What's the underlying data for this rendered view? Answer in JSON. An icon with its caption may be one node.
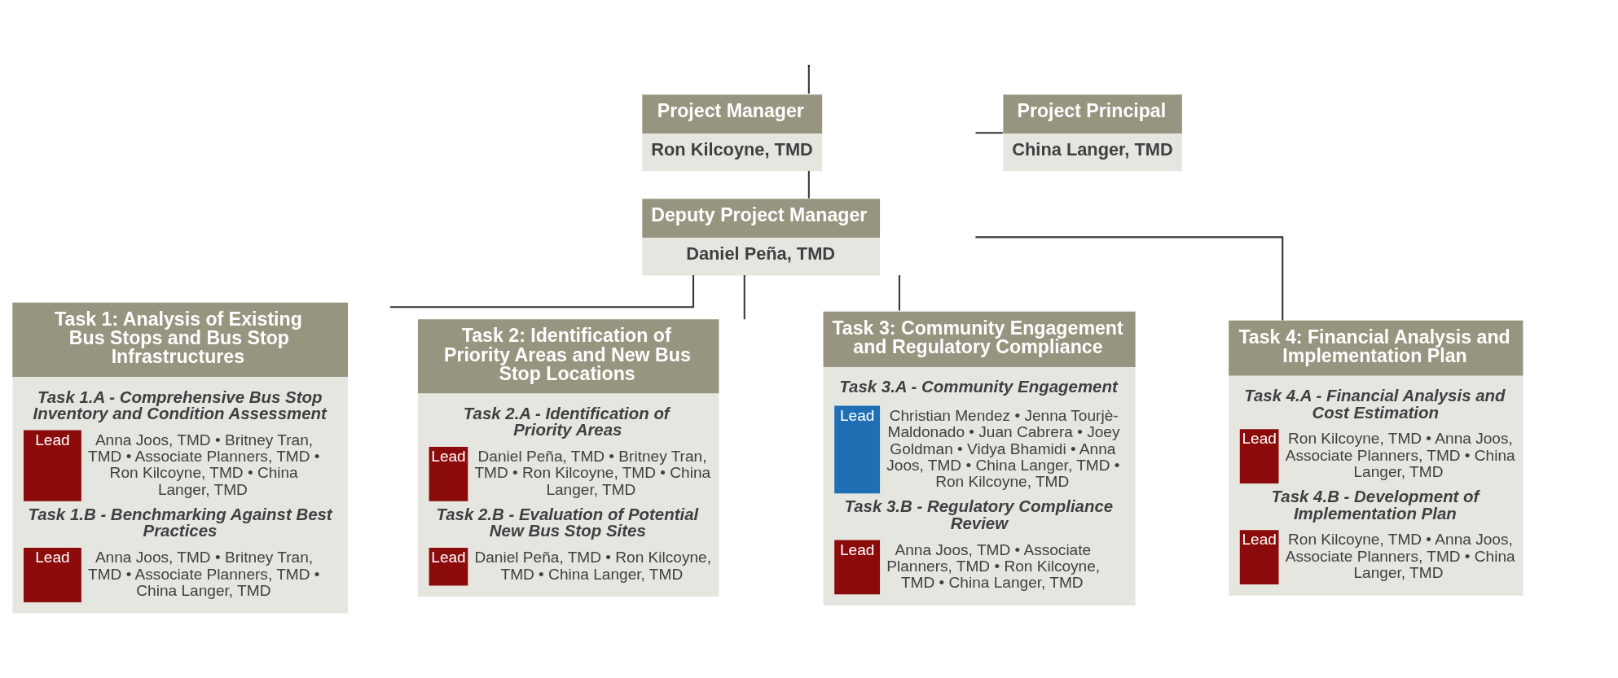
{
  "diagram": {
    "nodes": [
      {
        "text": [
          "Project Manager",
          "Ron Kilcoyne, TMD"
        ]
      },
      {
        "text": [
          "Project Principal",
          "China Langer, TMD"
        ]
      },
      {
        "text": [
          "Deputy Project Manager",
          "Daniel Peña, TMD"
        ]
      },
      {
        "text": [
          "Task 1: Analysis of Existing Bus Stops and Bus Stop Infrastructures",
          "Task 1.A - Comprehensive Bus Stop Inventory and Condition Assessment",
          "Lead",
          "Anna Joos, TMD • Britney Tran, TMD • Associate Planners, TMD • Ron Kilcoyne, TMD • China Langer, TMD",
          "Task 1.B - Benchmarking Against Best Practices",
          "Lead",
          "Anna Joos, TMD • Britney Tran, TMD • Associate Planners, TMD • China Langer, TMD"
        ]
      },
      {
        "text": [
          "Task 2: Identification of Priority Areas and New Bus Stop Locations",
          "Task 2.A - Identification of Priority Areas",
          "Lead",
          "Daniel Peña, TMD • Britney Tran, TMD • Ron Kilcoyne, TMD • China Langer, TMD",
          "Task 2.B - Evaluation of Potential New Bus Stop Sites",
          "Lead",
          "Daniel Peña, TMD • Ron Kilcoyne, TMD • China Langer, TMD"
        ]
      },
      {
        "text": [
          "Task 3: Community Engagement and Regulatory Compliance",
          "Task 3.A - Community Engagement",
          "Lead",
          "Christian Mendez • Jenna Tourjè-Maldonado • Juan Cabrera • Joey Goldman • Vidya Bhamidi • Anna Joos, TMD • China Langer, TMD • Ron Kilcoyne, TMD",
          "Task 3.B - Regulatory Compliance Review",
          "Lead",
          "Anna Joos, TMD • Associate Planners, TMD • Ron Kilcoyne, TMD • China Langer, TMD"
        ]
      },
      {
        "text": [
          "Task 4: Financial Analysis and Implementation Plan",
          "Task 4.A - Financial Analysis and Cost Estimation",
          "Lead",
          "Ron Kilcoyne, TMD • Anna Joos, Associate Planners, TMD • China Langer, TMD",
          "Task 4.B - Development of Implementation Plan",
          "Lead",
          "Ron Kilcoyne, TMD • Anna Joos, Associate Planners, TMD • China Langer, TMD"
        ]
      }
    ],
    "edges": [
      {
        "from": null,
        "to": 0,
        "arrow": "none"
      },
      {
        "from": 0,
        "to": 1,
        "arrow": "none"
      },
      {
        "from": 0,
        "to": 2,
        "arrow": "none"
      },
      {
        "from": 2,
        "to": 3,
        "arrow": "none"
      },
      {
        "from": 2,
        "to": 4,
        "arrow": "none"
      },
      {
        "from": 2,
        "to": 5,
        "arrow": "none"
      },
      {
        "from": 2,
        "to": 6,
        "arrow": "none"
      }
    ]
  }
}
